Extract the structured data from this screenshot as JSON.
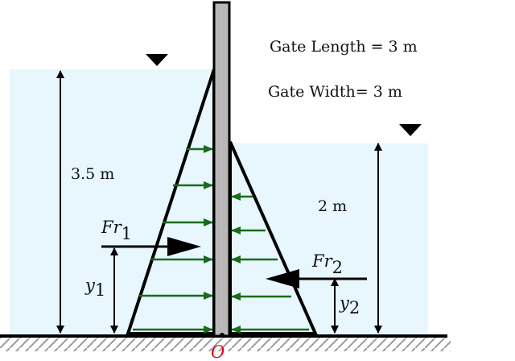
{
  "info": {
    "length_text": "Gate Length = 3 m",
    "width_text": "Gate Width= 3 m"
  },
  "left_side": {
    "depth_label": "3.5 m",
    "force_label": "Fr",
    "force_sub": "1",
    "y_label": "y",
    "y_sub": "1"
  },
  "right_side": {
    "depth_label": "2 m",
    "force_label": "Fr",
    "force_sub": "2",
    "y_label": "y",
    "y_sub": "2"
  },
  "origin_label": "O",
  "colors": {
    "water": "#e8f6fd",
    "gate": "#b8b8b8",
    "pressure_arrows": "#1b6b1b",
    "origin": "#e0001a",
    "outline": "#000000"
  }
}
